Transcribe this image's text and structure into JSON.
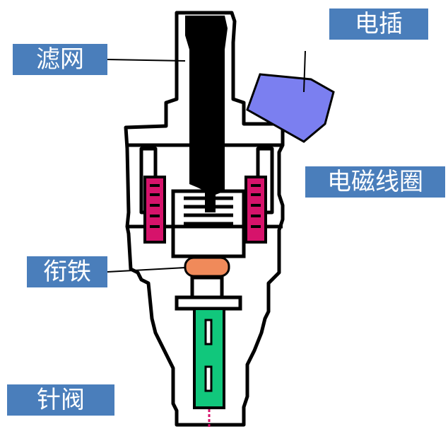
{
  "labels": {
    "filter": "滤网",
    "plug": "电插",
    "coil": "电磁线圈",
    "armature": "衔铁",
    "needle_valve": "针阀"
  },
  "colors": {
    "label_background": "#4a7ebb",
    "label_text": "#ffffff",
    "plug": "#7b7ff0",
    "coil": "#d6136b",
    "armature": "#f08a5a",
    "needle": "#11c77c",
    "outline": "#000000"
  }
}
